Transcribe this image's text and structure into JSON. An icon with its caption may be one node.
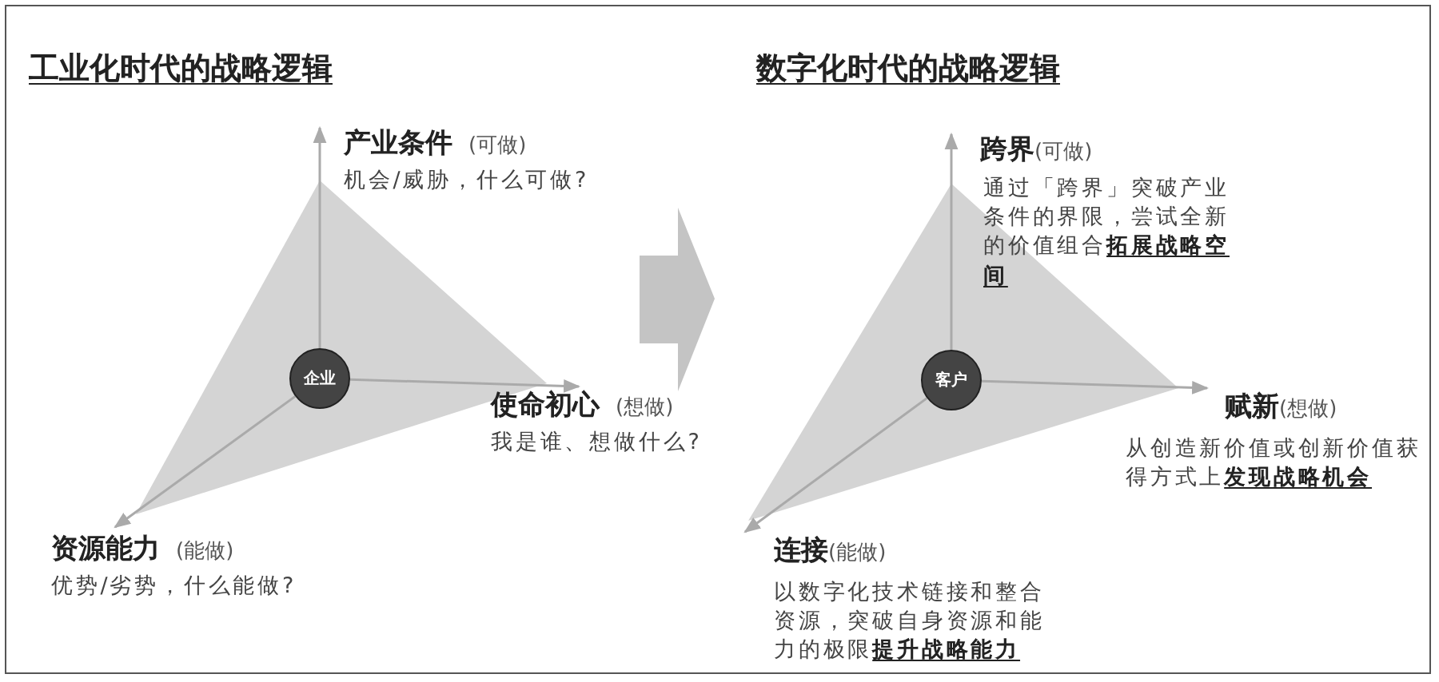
{
  "diagram": {
    "nodes": [
      {
        "text": [
          "企业"
        ]
      },
      {
        "text": [
          "产业条件",
          "(可做)",
          "机会/威胁，什么可做?"
        ]
      },
      {
        "text": [
          "使命初心",
          "(想做)",
          "我是谁、想做什么?"
        ]
      },
      {
        "text": [
          "资源能力",
          "(能做)",
          "优势/劣势，什么能做?"
        ]
      },
      {
        "text": [
          "客户"
        ]
      },
      {
        "text": [
          "跨界",
          "(可做)",
          "通过「跨界」突破产业条件的界限，尝试全新的价值组合**拓展战略空间**"
        ]
      },
      {
        "text": [
          "赋新",
          "(想做)",
          "从创造新价值或创新价值获得方式上**发现战略机会**"
        ]
      },
      {
        "text": [
          "连接",
          "(能做)",
          "以数字化技术链接和整合资源，突破自身资源和能力的极限**提升战略能力**"
        ]
      }
    ],
    "edges": [
      {
        "from": 0,
        "to": 1,
        "arrow": "to"
      },
      {
        "from": 0,
        "to": 2,
        "arrow": "to"
      },
      {
        "from": 0,
        "to": 3,
        "arrow": "to"
      },
      {
        "from": 4,
        "to": 5,
        "arrow": "to"
      },
      {
        "from": 4,
        "to": 6,
        "arrow": "to"
      },
      {
        "from": 4,
        "to": 7,
        "arrow": "to"
      }
    ],
    "labels": [
      "工业化时代的战略逻辑",
      "数字化时代的战略逻辑"
    ]
  }
}
